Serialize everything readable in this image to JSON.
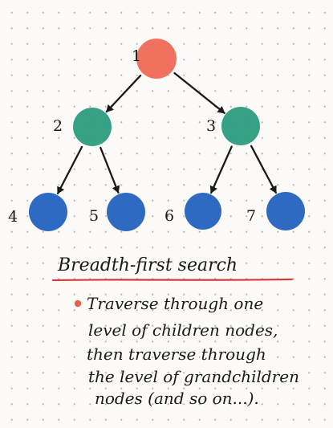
{
  "diagram": {
    "nodes": [
      {
        "id": "n1",
        "label": "1",
        "depth": 0,
        "color": "#ef6651"
      },
      {
        "id": "n2",
        "label": "2",
        "depth": 1,
        "color": "#279a7b"
      },
      {
        "id": "n3",
        "label": "3",
        "depth": 1,
        "color": "#279a7b"
      },
      {
        "id": "n4",
        "label": "4",
        "depth": 2,
        "color": "#1e5fbd"
      },
      {
        "id": "n5",
        "label": "5",
        "depth": 2,
        "color": "#1e5fbd"
      },
      {
        "id": "n6",
        "label": "6",
        "depth": 2,
        "color": "#1e5fbd"
      },
      {
        "id": "n7",
        "label": "7",
        "depth": 2,
        "color": "#1e5fbd"
      }
    ],
    "edges": [
      {
        "from": "n1",
        "to": "n2"
      },
      {
        "from": "n1",
        "to": "n3"
      },
      {
        "from": "n2",
        "to": "n4"
      },
      {
        "from": "n2",
        "to": "n5"
      },
      {
        "from": "n3",
        "to": "n6"
      },
      {
        "from": "n3",
        "to": "n7"
      }
    ],
    "edge_color": "#1a1a1a"
  },
  "title": "Breadth-first search",
  "underline_color": "#d6383a",
  "bullet_color": "#e8604c",
  "description_lines": [
    "Traverse through one",
    "level of children nodes,",
    "then traverse through",
    "the level of grandchildren",
    "nodes (and so on...)."
  ]
}
